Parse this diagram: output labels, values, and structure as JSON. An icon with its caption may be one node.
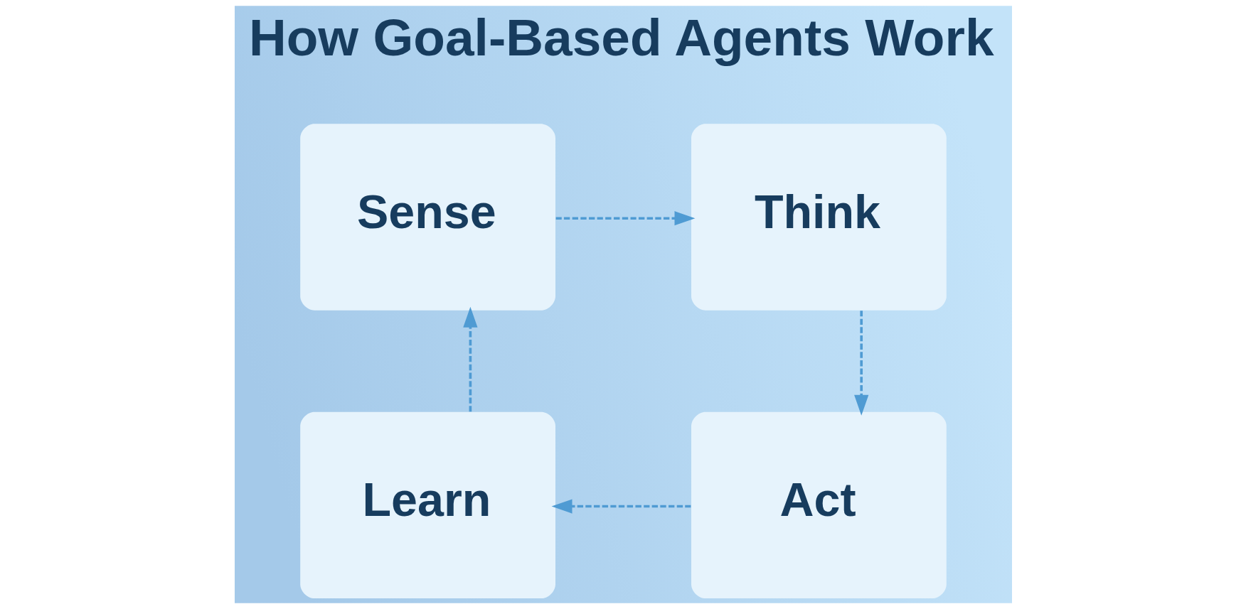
{
  "diagram": {
    "title": "How Goal-Based Agents Work",
    "nodes": [
      {
        "text": [
          "Sense"
        ]
      },
      {
        "text": [
          "Think"
        ]
      },
      {
        "text": [
          "Act"
        ]
      },
      {
        "text": [
          "Learn"
        ]
      }
    ],
    "edges": [
      {
        "from": 0,
        "to": 1,
        "arrow": "to",
        "style": "dashed"
      },
      {
        "from": 1,
        "to": 2,
        "arrow": "to",
        "style": "dashed"
      },
      {
        "from": 2,
        "to": 3,
        "arrow": "to",
        "style": "dashed"
      },
      {
        "from": 3,
        "to": 0,
        "arrow": "to",
        "style": "dashed"
      }
    ]
  }
}
